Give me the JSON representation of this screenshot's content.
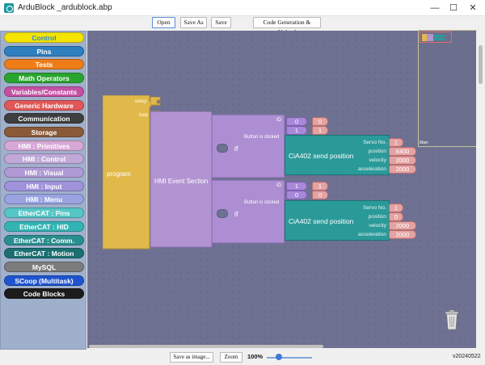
{
  "window": {
    "title": "ArduBlock _ardublock.abp",
    "minimize": "—",
    "maximize": "☐",
    "close": "✕"
  },
  "toolbar": {
    "open": "Open",
    "save_as": "Save As",
    "save": "Save",
    "upload": "Code Generation & Upload"
  },
  "palette": [
    {
      "id": "control",
      "label": "Control",
      "color": "#f4e400",
      "text": "#2a8ad8"
    },
    {
      "id": "pins",
      "label": "Pins",
      "color": "#2e7fbf",
      "text": "#ffffff"
    },
    {
      "id": "tests",
      "label": "Tests",
      "color": "#ee7d18",
      "text": "#ffffff"
    },
    {
      "id": "math-operators",
      "label": "Math Operators",
      "color": "#2aa42f",
      "text": "#ffffff"
    },
    {
      "id": "variables-constants",
      "label": "Variables/Constants",
      "color": "#c450a4",
      "text": "#ffffff"
    },
    {
      "id": "generic-hardware",
      "label": "Generic Hardware",
      "color": "#e05858",
      "text": "#ffffff"
    },
    {
      "id": "communication",
      "label": "Communication",
      "color": "#3e3e3e",
      "text": "#ffffff"
    },
    {
      "id": "storage",
      "label": "Storage",
      "color": "#8a5a38",
      "text": "#ffffff"
    },
    {
      "id": "hmi-primitives",
      "label": "HMI : Primitives",
      "color": "#d6a8d6",
      "text": "#ffffff"
    },
    {
      "id": "hmi-control",
      "label": "HMI : Control",
      "color": "#c0a8d8",
      "text": "#ffffff"
    },
    {
      "id": "hmi-visual",
      "label": "HMI : Visual",
      "color": "#b09ad6",
      "text": "#ffffff"
    },
    {
      "id": "hmi-input",
      "label": "HMI : Input",
      "color": "#9f92da",
      "text": "#ffffff"
    },
    {
      "id": "hmi-menu",
      "label": "HMI : Menu",
      "color": "#9aa3e0",
      "text": "#ffffff"
    },
    {
      "id": "ethercat-pins",
      "label": "EtherCAT : Pins",
      "color": "#56c6c6",
      "text": "#ffffff"
    },
    {
      "id": "ethercat-hid",
      "label": "EtherCAT : HID",
      "color": "#33b4b4",
      "text": "#ffffff"
    },
    {
      "id": "ethercat-comm",
      "label": "EtherCAT : Comm.",
      "color": "#2a8e8e",
      "text": "#ffffff"
    },
    {
      "id": "ethercat-motion",
      "label": "EtherCAT : Motion",
      "color": "#1b6f72",
      "text": "#ffffff"
    },
    {
      "id": "mysql",
      "label": "MySQL",
      "color": "#7c7c7c",
      "text": "#ffffff"
    },
    {
      "id": "scoop",
      "label": "SCoop (Multitask)",
      "color": "#1f54d0",
      "text": "#ffffff"
    },
    {
      "id": "code-blocks",
      "label": "Code Blocks",
      "color": "#1c1c1c",
      "text": "#ffffff"
    }
  ],
  "canvas": {
    "program": {
      "label": "program",
      "setup": "setup",
      "loop": "loop"
    },
    "hmi_event": {
      "label": "HMI Event Section"
    },
    "if_blocks": [
      {
        "label": "if",
        "slot_top": "ID",
        "slot_bottom": "Button is clicked",
        "id_values": [
          "0",
          "1"
        ],
        "cia": {
          "label": "CiA402 send position",
          "params": [
            {
              "name": "Servo No.",
              "value": "1"
            },
            {
              "name": "position",
              "value": "6400"
            },
            {
              "name": "velocity",
              "value": "2000"
            },
            {
              "name": "acceleration",
              "value": "2000"
            }
          ]
        }
      },
      {
        "label": "if",
        "slot_top": "ID",
        "slot_bottom": "Button is clicked",
        "id_values": [
          "1",
          "0"
        ],
        "cia": {
          "label": "CiA402 send position",
          "params": [
            {
              "name": "Servo No.",
              "value": "1"
            },
            {
              "name": "position",
              "value": "0"
            },
            {
              "name": "velocity",
              "value": "2000"
            },
            {
              "name": "acceleration",
              "value": "2000"
            }
          ]
        }
      }
    ]
  },
  "minimap": {
    "label": "Main"
  },
  "statusbar": {
    "save_image": "Save as image...",
    "zoom": "Zoom",
    "zoom_value": "100%",
    "version": "v20240522"
  }
}
